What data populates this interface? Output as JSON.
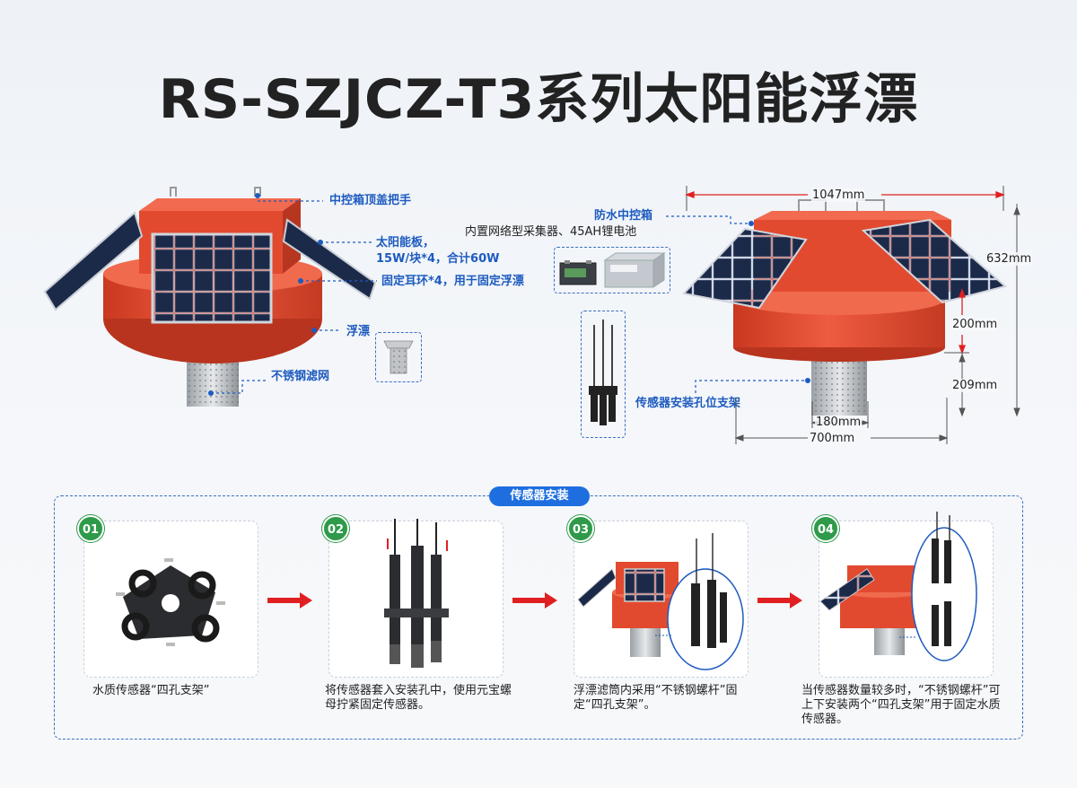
{
  "title": "RS-SZJCZ-T3系列太阳能浮漂",
  "left_callouts": {
    "handle": "中控箱顶盖把手",
    "panel_line1": "太阳能板，",
    "panel_line2": "15W/块*4，合计60W",
    "ear": "固定耳环*4，用于固定浮漂",
    "buoy": "浮漂",
    "filter": "不锈钢滤网"
  },
  "middle_callouts": {
    "control_box": "防水中控箱",
    "collector": "内置网络型采集器、45AH锂电池",
    "sensor_bracket": "传感器安装孔位支架"
  },
  "dimensions": {
    "width_total": "1047mm",
    "height_total": "632mm",
    "buoy_height": "200mm",
    "filter_height": "209mm",
    "filter_width": "180mm",
    "buoy_width": "700mm"
  },
  "section": {
    "title": "传感器安装",
    "steps": [
      {
        "num": "01",
        "caption": "水质传感器“四孔支架”"
      },
      {
        "num": "02",
        "caption": "将传感器套入安装孔中，使用元宝螺母拧紧固定传感器。"
      },
      {
        "num": "03",
        "caption": "浮漂滤筒内采用“不锈钢螺杆”固定“四孔支架”。"
      },
      {
        "num": "04",
        "caption": "当传感器数量较多时，“不锈钢螺杆”可上下安装两个“四孔支架”用于固定水质传感器。"
      }
    ]
  },
  "colors": {
    "buoy_red": "#e8523a",
    "accent_blue": "#1d5bbf",
    "badge_green": "#2e9a4a",
    "arrow_red": "#e02020"
  }
}
